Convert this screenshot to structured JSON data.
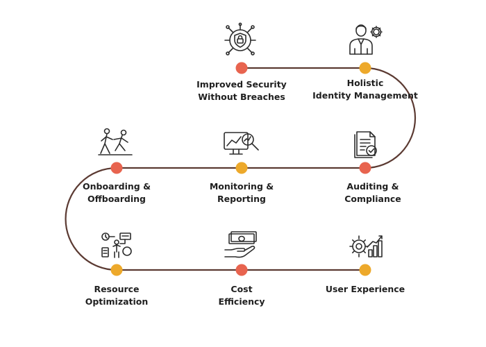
{
  "colors": {
    "path": "#5b3a32",
    "dot_red": "#e8644f",
    "dot_yellow": "#eda92b",
    "text": "#1f1f1f",
    "icon": "#2b2b2b"
  },
  "nodes": [
    {
      "id": "improved-security",
      "lines": [
        "Improved Security",
        "Without Breaches"
      ],
      "dot": "red",
      "icon": "security-shield-lock-icon"
    },
    {
      "id": "holistic-identity",
      "lines": [
        "Holistic",
        "Identity Management"
      ],
      "dot": "yellow",
      "icon": "person-gear-icon"
    },
    {
      "id": "onboarding",
      "lines": [
        "Onboarding &",
        "Offboarding"
      ],
      "dot": "red",
      "icon": "people-climbing-icon"
    },
    {
      "id": "monitoring",
      "lines": [
        "Monitoring &",
        "Reporting"
      ],
      "dot": "yellow",
      "icon": "monitor-magnifier-icon"
    },
    {
      "id": "auditing",
      "lines": [
        "Auditing &",
        "Compliance"
      ],
      "dot": "red",
      "icon": "document-check-icon"
    },
    {
      "id": "resource",
      "lines": [
        "Resource",
        "Optimization"
      ],
      "dot": "yellow",
      "icon": "resource-workflow-icon"
    },
    {
      "id": "cost",
      "lines": [
        "Cost",
        "Efficiency"
      ],
      "dot": "red",
      "icon": "money-hand-icon"
    },
    {
      "id": "user-experience",
      "lines": [
        "User Experience"
      ],
      "dot": "yellow",
      "icon": "gear-chart-icon"
    }
  ]
}
